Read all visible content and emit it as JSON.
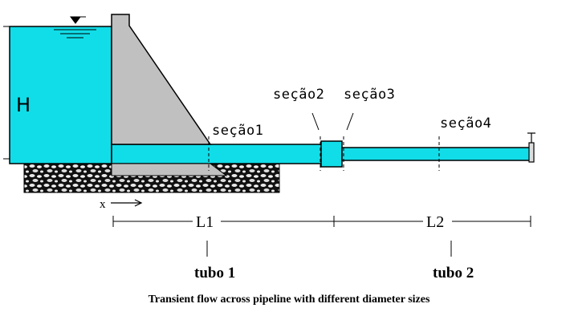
{
  "labels": {
    "head": "H",
    "x_axis": "x",
    "sections": [
      "seção1",
      "seção2",
      "seção3",
      "seção4"
    ],
    "lengths": [
      "L1",
      "L2"
    ],
    "tubes": [
      "tubo 1",
      "tubo 2"
    ]
  },
  "caption": "Transient flow across pipeline with different diameter sizes",
  "colors": {
    "water": "#11dde8",
    "dam": "#c0c0c0",
    "ground": "#222222",
    "outline": "#000000"
  }
}
